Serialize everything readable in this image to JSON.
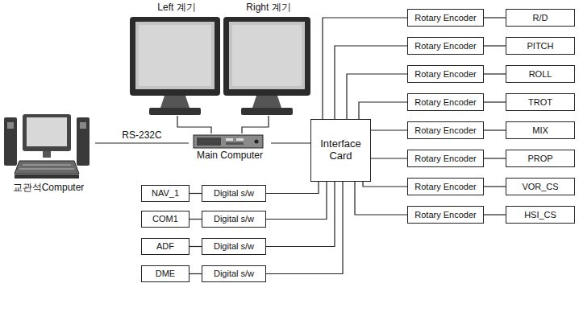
{
  "diagram": {
    "nodes": [
      {
        "text": [
          "Left 계기"
        ]
      },
      {
        "text": [
          "Right 계기"
        ]
      },
      {
        "text": [
          "교관석Computer"
        ]
      },
      {
        "text": [
          "Main Computer"
        ]
      },
      {
        "text": [
          "Interface Card"
        ]
      },
      {
        "text": [
          "Rotary Encoder"
        ]
      },
      {
        "text": [
          "R/D"
        ]
      },
      {
        "text": [
          "Rotary Encoder"
        ]
      },
      {
        "text": [
          "PITCH"
        ]
      },
      {
        "text": [
          "Rotary Encoder"
        ]
      },
      {
        "text": [
          "ROLL"
        ]
      },
      {
        "text": [
          "Rotary Encoder"
        ]
      },
      {
        "text": [
          "TROT"
        ]
      },
      {
        "text": [
          "Rotary Encoder"
        ]
      },
      {
        "text": [
          "MIX"
        ]
      },
      {
        "text": [
          "Rotary Encoder"
        ]
      },
      {
        "text": [
          "PROP"
        ]
      },
      {
        "text": [
          "Rotary Encoder"
        ]
      },
      {
        "text": [
          "VOR_CS"
        ]
      },
      {
        "text": [
          "Rotary Encoder"
        ]
      },
      {
        "text": [
          "HSI_CS"
        ]
      },
      {
        "text": [
          "NAV_1"
        ]
      },
      {
        "text": [
          "Digital s/w"
        ]
      },
      {
        "text": [
          "COM1"
        ]
      },
      {
        "text": [
          "Digital s/w"
        ]
      },
      {
        "text": [
          "ADF"
        ]
      },
      {
        "text": [
          "Digital s/w"
        ]
      },
      {
        "text": [
          "DME"
        ]
      },
      {
        "text": [
          "Digital s/w"
        ]
      }
    ],
    "edges": [
      {
        "from": 0,
        "to": 3,
        "arrow": "none"
      },
      {
        "from": 1,
        "to": 3,
        "arrow": "none"
      },
      {
        "from": 2,
        "to": 3,
        "label": "RS-232C",
        "arrow": "none"
      },
      {
        "from": 3,
        "to": 4,
        "arrow": "none"
      },
      {
        "from": 4,
        "to": 5,
        "arrow": "none"
      },
      {
        "from": 4,
        "to": 7,
        "arrow": "none"
      },
      {
        "from": 4,
        "to": 9,
        "arrow": "none"
      },
      {
        "from": 4,
        "to": 11,
        "arrow": "none"
      },
      {
        "from": 4,
        "to": 13,
        "arrow": "none"
      },
      {
        "from": 4,
        "to": 15,
        "arrow": "none"
      },
      {
        "from": 4,
        "to": 17,
        "arrow": "none"
      },
      {
        "from": 4,
        "to": 19,
        "arrow": "none"
      },
      {
        "from": 5,
        "to": 6,
        "arrow": "none"
      },
      {
        "from": 7,
        "to": 8,
        "arrow": "none"
      },
      {
        "from": 9,
        "to": 10,
        "arrow": "none"
      },
      {
        "from": 11,
        "to": 12,
        "arrow": "none"
      },
      {
        "from": 13,
        "to": 14,
        "arrow": "none"
      },
      {
        "from": 15,
        "to": 16,
        "arrow": "none"
      },
      {
        "from": 17,
        "to": 18,
        "arrow": "none"
      },
      {
        "from": 19,
        "to": 20,
        "arrow": "none"
      },
      {
        "from": 21,
        "to": 22,
        "arrow": "none"
      },
      {
        "from": 23,
        "to": 24,
        "arrow": "none"
      },
      {
        "from": 25,
        "to": 26,
        "arrow": "none"
      },
      {
        "from": 27,
        "to": 28,
        "arrow": "none"
      },
      {
        "from": 22,
        "to": 4,
        "arrow": "none"
      },
      {
        "from": 24,
        "to": 4,
        "arrow": "none"
      },
      {
        "from": 26,
        "to": 4,
        "arrow": "none"
      },
      {
        "from": 28,
        "to": 4,
        "arrow": "none"
      }
    ]
  }
}
